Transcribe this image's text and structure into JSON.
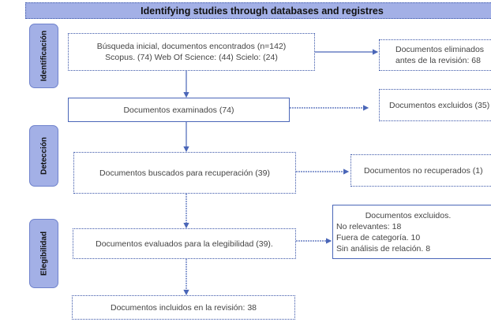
{
  "header": {
    "title": "Identifying studies through databases and registres"
  },
  "phases": [
    {
      "label": "Identificación"
    },
    {
      "label": "Detección"
    },
    {
      "label": "Elegibilidad"
    }
  ],
  "main_boxes": [
    {
      "lines": [
        "Búsqueda inicial, documentos encontrados (n=142)",
        "Scopus. (74) Web Of Science: (44) Scielo: (24)"
      ]
    },
    {
      "text": "Documentos examinados (74)"
    },
    {
      "text": "Documentos buscados para recuperación (39)"
    },
    {
      "text": "Documentos evaluados para la elegibilidad (39)."
    },
    {
      "text": "Documentos incluidos en la revisión: 38"
    }
  ],
  "side_boxes": [
    {
      "lines": [
        "Documentos eliminados",
        "antes de la revisión: 68"
      ]
    },
    {
      "text": "Documentos excluidos (35)"
    },
    {
      "text": "Documentos no recuperados (1)"
    },
    {
      "title": "Documentos excluidos.",
      "items": [
        "No relevantes: 18",
        "Fuera de categoría. 10",
        "Sin análisis de relación. 8"
      ]
    }
  ],
  "colors": {
    "accent_fill": "#a3b0e6",
    "line": "#4a66b8"
  }
}
